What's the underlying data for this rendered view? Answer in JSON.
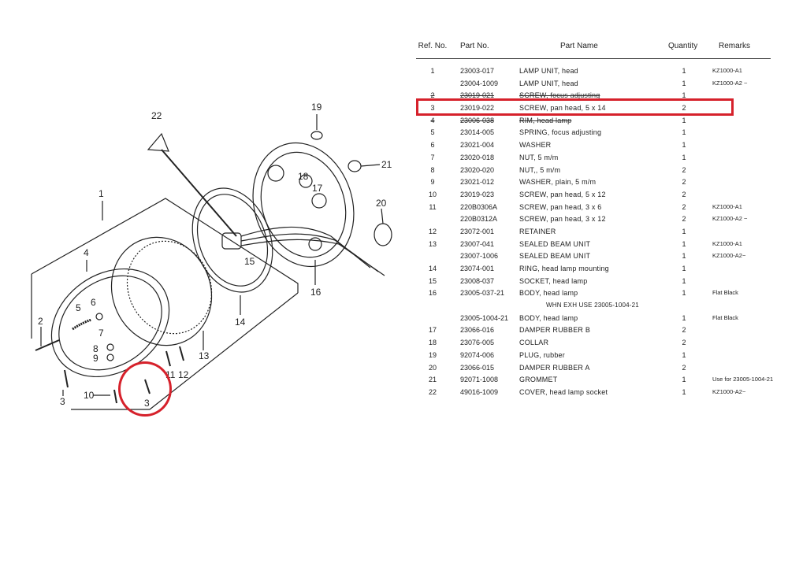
{
  "table": {
    "headers": {
      "ref": "Ref. No.",
      "part": "Part No.",
      "name": "Part Name",
      "qty": "Quantity",
      "remarks": "Remarks"
    },
    "rows": [
      {
        "ref": "1",
        "part": "23003-017",
        "name": "LAMP UNIT, head",
        "qty": "1",
        "remarks": "KZ1000-A1"
      },
      {
        "ref": "",
        "part": "23004-1009",
        "name": "LAMP UNIT, head",
        "qty": "1",
        "remarks": "KZ1000-A2 ~"
      },
      {
        "ref": "2",
        "part": "23019-021",
        "name": "SCREW, focus adjusting",
        "qty": "1",
        "remarks": ""
      },
      {
        "ref": "3",
        "part": "23019-022",
        "name": "SCREW, pan head, 5 x 14",
        "qty": "2",
        "remarks": ""
      },
      {
        "ref": "4",
        "part": "23006-038",
        "name": "RIM, head lamp",
        "qty": "1",
        "remarks": ""
      },
      {
        "ref": "5",
        "part": "23014-005",
        "name": "SPRING, focus adjusting",
        "qty": "1",
        "remarks": ""
      },
      {
        "ref": "6",
        "part": "23021-004",
        "name": "WASHER",
        "qty": "1",
        "remarks": ""
      },
      {
        "ref": "7",
        "part": "23020-018",
        "name": "NUT, 5 m/m",
        "qty": "1",
        "remarks": ""
      },
      {
        "ref": "8",
        "part": "23020-020",
        "name": "NUT,, 5 m/m",
        "qty": "2",
        "remarks": ""
      },
      {
        "ref": "9",
        "part": "23021-012",
        "name": "WASHER, plain, 5 m/m",
        "qty": "2",
        "remarks": ""
      },
      {
        "ref": "10",
        "part": "23019-023",
        "name": "SCREW, pan head, 5 x 12",
        "qty": "2",
        "remarks": ""
      },
      {
        "ref": "11",
        "part": "220B0306A",
        "name": "SCREW, pan head, 3 x 6",
        "qty": "2",
        "remarks": "KZ1000-A1"
      },
      {
        "ref": "",
        "part": "220B0312A",
        "name": "SCREW, pan head, 3 x 12",
        "qty": "2",
        "remarks": "KZ1000-A2 ~"
      },
      {
        "ref": "12",
        "part": "23072-001",
        "name": "RETAINER",
        "qty": "1",
        "remarks": ""
      },
      {
        "ref": "13",
        "part": "23007-041",
        "name": "SEALED BEAM UNIT",
        "qty": "1",
        "remarks": "KZ1000-A1"
      },
      {
        "ref": "",
        "part": "23007-1006",
        "name": "SEALED BEAM UNIT",
        "qty": "1",
        "remarks": "KZ1000-A2~"
      },
      {
        "ref": "14",
        "part": "23074-001",
        "name": "RING, head lamp mounting",
        "qty": "1",
        "remarks": ""
      },
      {
        "ref": "15",
        "part": "23008-037",
        "name": "SOCKET, head lamp",
        "qty": "1",
        "remarks": ""
      },
      {
        "ref": "16",
        "part": "23005-037-21",
        "name": "BODY, head lamp",
        "qty": "1",
        "remarks": "Flat Black"
      },
      {
        "ref": "",
        "part": "",
        "name": "WHN EXH USE 23005-1004-21",
        "qty": "",
        "remarks": ""
      },
      {
        "ref": "",
        "part": "23005-1004-21",
        "name": "BODY, head lamp",
        "qty": "1",
        "remarks": "Flat Black"
      },
      {
        "ref": "17",
        "part": "23066-016",
        "name": "DAMPER RUBBER B",
        "qty": "2",
        "remarks": ""
      },
      {
        "ref": "18",
        "part": "23076-005",
        "name": "COLLAR",
        "qty": "2",
        "remarks": ""
      },
      {
        "ref": "19",
        "part": "92074-006",
        "name": "PLUG, rubber",
        "qty": "1",
        "remarks": ""
      },
      {
        "ref": "20",
        "part": "23066-015",
        "name": "DAMPER RUBBER A",
        "qty": "2",
        "remarks": ""
      },
      {
        "ref": "21",
        "part": "92071-1008",
        "name": "GROMMET",
        "qty": "1",
        "remarks": "Use for 23005-1004-21"
      },
      {
        "ref": "22",
        "part": "49016-1009",
        "name": "COVER, head lamp socket",
        "qty": "1",
        "remarks": "KZ1000-A2~"
      }
    ]
  },
  "diagram": {
    "labels": [
      "1",
      "2",
      "3",
      "3",
      "4",
      "5",
      "6",
      "7",
      "8",
      "9",
      "10",
      "11",
      "12",
      "13",
      "14",
      "15",
      "16",
      "17",
      "18",
      "19",
      "20",
      "21",
      "22"
    ]
  },
  "colors": {
    "highlight": "#d6212b",
    "ink": "#222222"
  }
}
